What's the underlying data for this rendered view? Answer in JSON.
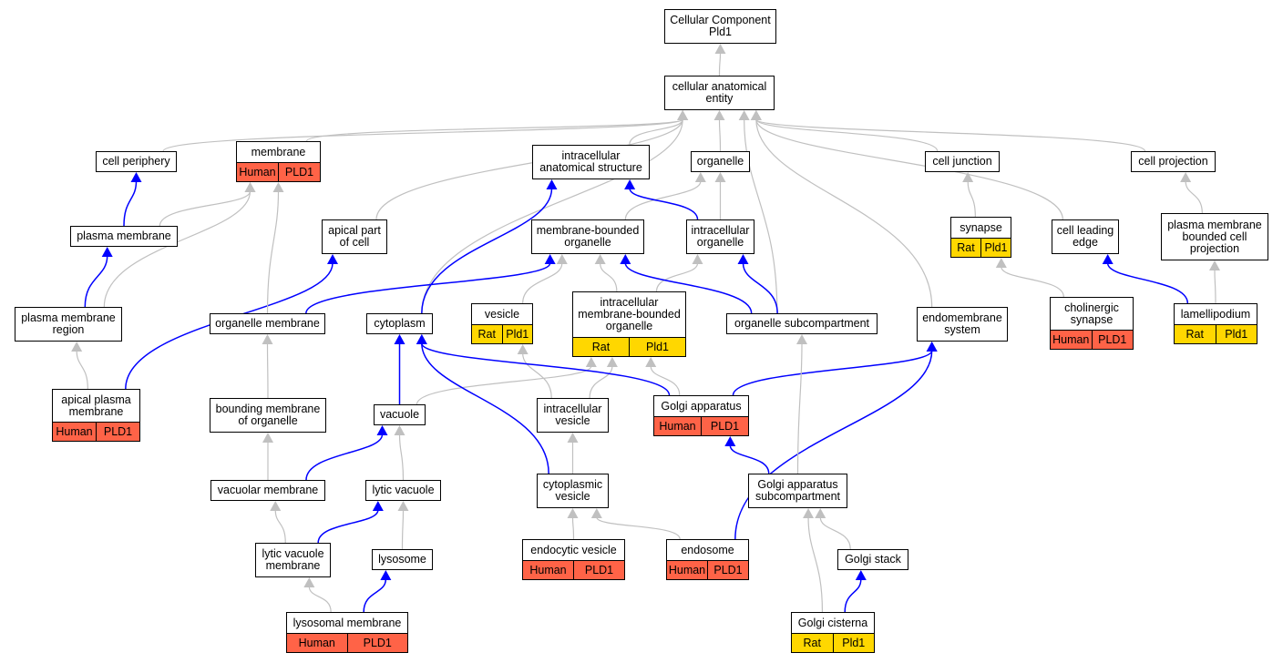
{
  "colors": {
    "gray_edge": "#c0c0c0",
    "blue_edge": "#0000ff",
    "human": "#ff6347",
    "rat": "#ffd700"
  },
  "nodes": [
    {
      "id": "root",
      "lines": [
        "Cellular Component",
        "Pld1"
      ]
    },
    {
      "id": "cae",
      "lines": [
        "cellular anatomical",
        "entity"
      ]
    },
    {
      "id": "cell-periphery",
      "lines": [
        "cell periphery"
      ]
    },
    {
      "id": "membrane",
      "lines": [
        "membrane"
      ],
      "cells": [
        {
          "text": "Human",
          "kind": "human"
        },
        {
          "text": "PLD1",
          "kind": "human"
        }
      ]
    },
    {
      "id": "ias",
      "lines": [
        "intracellular",
        "anatomical structure"
      ]
    },
    {
      "id": "organelle",
      "lines": [
        "organelle"
      ]
    },
    {
      "id": "cell-junction",
      "lines": [
        "cell junction"
      ]
    },
    {
      "id": "cell-projection",
      "lines": [
        "cell projection"
      ]
    },
    {
      "id": "plasma-membrane",
      "lines": [
        "plasma membrane"
      ]
    },
    {
      "id": "apical-part",
      "lines": [
        "apical part",
        "of cell"
      ]
    },
    {
      "id": "mbo",
      "lines": [
        "membrane-bounded",
        "organelle"
      ]
    },
    {
      "id": "intracellular-organelle",
      "lines": [
        "intracellular",
        "organelle"
      ]
    },
    {
      "id": "synapse",
      "lines": [
        "synapse"
      ],
      "cells": [
        {
          "text": "Rat",
          "kind": "rat"
        },
        {
          "text": "Pld1",
          "kind": "rat"
        }
      ]
    },
    {
      "id": "cell-leading-edge",
      "lines": [
        "cell leading",
        "edge"
      ]
    },
    {
      "id": "pmbcp",
      "lines": [
        "plasma membrane",
        "bounded cell",
        "projection"
      ]
    },
    {
      "id": "pm-region",
      "lines": [
        "plasma membrane",
        "region"
      ]
    },
    {
      "id": "organelle-membrane",
      "lines": [
        "organelle membrane"
      ]
    },
    {
      "id": "cytoplasm",
      "lines": [
        "cytoplasm"
      ]
    },
    {
      "id": "vesicle",
      "lines": [
        "vesicle"
      ],
      "cells": [
        {
          "text": "Rat",
          "kind": "rat"
        },
        {
          "text": "Pld1",
          "kind": "rat"
        }
      ]
    },
    {
      "id": "imbo",
      "lines": [
        "intracellular",
        "membrane-bounded",
        "organelle"
      ],
      "cells": [
        {
          "text": "Rat",
          "kind": "rat"
        },
        {
          "text": "Pld1",
          "kind": "rat"
        }
      ]
    },
    {
      "id": "organelle-subcompartment",
      "lines": [
        "organelle subcompartment"
      ]
    },
    {
      "id": "endomembrane",
      "lines": [
        "endomembrane",
        "system"
      ]
    },
    {
      "id": "cholinergic-synapse",
      "lines": [
        "cholinergic",
        "synapse"
      ],
      "cells": [
        {
          "text": "Human",
          "kind": "human"
        },
        {
          "text": "PLD1",
          "kind": "human"
        }
      ]
    },
    {
      "id": "lamellipodium",
      "lines": [
        "lamellipodium"
      ],
      "cells": [
        {
          "text": "Rat",
          "kind": "rat"
        },
        {
          "text": "Pld1",
          "kind": "rat"
        }
      ]
    },
    {
      "id": "apical-pm",
      "lines": [
        "apical plasma",
        "membrane"
      ],
      "cells": [
        {
          "text": "Human",
          "kind": "human"
        },
        {
          "text": "PLD1",
          "kind": "human"
        }
      ]
    },
    {
      "id": "bmo",
      "lines": [
        "bounding membrane",
        "of organelle"
      ]
    },
    {
      "id": "vacuole",
      "lines": [
        "vacuole"
      ]
    },
    {
      "id": "intracellular-vesicle",
      "lines": [
        "intracellular",
        "vesicle"
      ]
    },
    {
      "id": "golgi",
      "lines": [
        "Golgi apparatus"
      ],
      "cells": [
        {
          "text": "Human",
          "kind": "human"
        },
        {
          "text": "PLD1",
          "kind": "human"
        }
      ]
    },
    {
      "id": "vacuolar-membrane",
      "lines": [
        "vacuolar membrane"
      ]
    },
    {
      "id": "lytic-vacuole",
      "lines": [
        "lytic vacuole"
      ]
    },
    {
      "id": "cytoplasmic-vesicle",
      "lines": [
        "cytoplasmic",
        "vesicle"
      ]
    },
    {
      "id": "golgi-sub",
      "lines": [
        "Golgi apparatus",
        "subcompartment"
      ]
    },
    {
      "id": "lvm",
      "lines": [
        "lytic vacuole",
        "membrane"
      ]
    },
    {
      "id": "lysosome",
      "lines": [
        "lysosome"
      ]
    },
    {
      "id": "endocytic-vesicle",
      "lines": [
        "endocytic vesicle"
      ],
      "cells": [
        {
          "text": "Human",
          "kind": "human"
        },
        {
          "text": "PLD1",
          "kind": "human"
        }
      ]
    },
    {
      "id": "endosome",
      "lines": [
        "endosome"
      ],
      "cells": [
        {
          "text": "Human",
          "kind": "human"
        },
        {
          "text": "PLD1",
          "kind": "human"
        }
      ]
    },
    {
      "id": "golgi-stack",
      "lines": [
        "Golgi stack"
      ]
    },
    {
      "id": "lysosomal-membrane",
      "lines": [
        "lysosomal membrane"
      ],
      "cells": [
        {
          "text": "Human",
          "kind": "human"
        },
        {
          "text": "PLD1",
          "kind": "human"
        }
      ]
    },
    {
      "id": "golgi-cisterna",
      "lines": [
        "Golgi cisterna"
      ],
      "cells": [
        {
          "text": "Rat",
          "kind": "rat"
        },
        {
          "text": "Pld1",
          "kind": "rat"
        }
      ]
    }
  ],
  "edges": [
    {
      "from": "cae",
      "to": "root",
      "kind": "gray"
    },
    {
      "from": "cell-periphery",
      "to": "cae",
      "kind": "gray"
    },
    {
      "from": "membrane",
      "to": "cae",
      "kind": "gray"
    },
    {
      "from": "ias",
      "to": "cae",
      "kind": "gray"
    },
    {
      "from": "organelle",
      "to": "cae",
      "kind": "gray"
    },
    {
      "from": "cell-junction",
      "to": "cae",
      "kind": "gray"
    },
    {
      "from": "cell-projection",
      "to": "cae",
      "kind": "gray"
    },
    {
      "from": "apical-part",
      "to": "cae",
      "kind": "gray"
    },
    {
      "from": "cytoplasm",
      "to": "cae",
      "kind": "gray"
    },
    {
      "from": "organelle-subcompartment",
      "to": "cae",
      "kind": "gray"
    },
    {
      "from": "endomembrane",
      "to": "cae",
      "kind": "gray"
    },
    {
      "from": "cell-leading-edge",
      "to": "cae",
      "kind": "gray"
    },
    {
      "from": "plasma-membrane",
      "to": "cell-periphery",
      "kind": "blue"
    },
    {
      "from": "plasma-membrane",
      "to": "membrane",
      "kind": "gray"
    },
    {
      "from": "pm-region",
      "to": "plasma-membrane",
      "kind": "blue"
    },
    {
      "from": "pm-region",
      "to": "membrane",
      "kind": "gray"
    },
    {
      "from": "apical-pm",
      "to": "pm-region",
      "kind": "gray"
    },
    {
      "from": "apical-pm",
      "to": "apical-part",
      "kind": "blue"
    },
    {
      "from": "organelle-membrane",
      "to": "membrane",
      "kind": "gray"
    },
    {
      "from": "organelle-membrane",
      "to": "mbo",
      "kind": "blue"
    },
    {
      "from": "bmo",
      "to": "organelle-membrane",
      "kind": "gray"
    },
    {
      "from": "vacuolar-membrane",
      "to": "bmo",
      "kind": "gray"
    },
    {
      "from": "vacuolar-membrane",
      "to": "vacuole",
      "kind": "blue"
    },
    {
      "from": "lvm",
      "to": "vacuolar-membrane",
      "kind": "gray"
    },
    {
      "from": "lvm",
      "to": "lytic-vacuole",
      "kind": "blue"
    },
    {
      "from": "lysosomal-membrane",
      "to": "lvm",
      "kind": "gray"
    },
    {
      "from": "lysosomal-membrane",
      "to": "lysosome",
      "kind": "blue"
    },
    {
      "from": "lysosome",
      "to": "lytic-vacuole",
      "kind": "gray"
    },
    {
      "from": "lytic-vacuole",
      "to": "vacuole",
      "kind": "gray"
    },
    {
      "from": "vacuole",
      "to": "cytoplasm",
      "kind": "blue"
    },
    {
      "from": "vacuole",
      "to": "imbo",
      "kind": "gray"
    },
    {
      "from": "cytoplasm",
      "to": "ias",
      "kind": "blue"
    },
    {
      "from": "mbo",
      "to": "organelle",
      "kind": "gray"
    },
    {
      "from": "intracellular-organelle",
      "to": "organelle",
      "kind": "gray"
    },
    {
      "from": "intracellular-organelle",
      "to": "ias",
      "kind": "blue"
    },
    {
      "from": "imbo",
      "to": "mbo",
      "kind": "gray"
    },
    {
      "from": "imbo",
      "to": "intracellular-organelle",
      "kind": "gray"
    },
    {
      "from": "vesicle",
      "to": "mbo",
      "kind": "gray"
    },
    {
      "from": "organelle-subcompartment",
      "to": "mbo",
      "kind": "blue"
    },
    {
      "from": "organelle-subcompartment",
      "to": "intracellular-organelle",
      "kind": "blue"
    },
    {
      "from": "intracellular-vesicle",
      "to": "vesicle",
      "kind": "gray"
    },
    {
      "from": "intracellular-vesicle",
      "to": "imbo",
      "kind": "gray"
    },
    {
      "from": "golgi",
      "to": "imbo",
      "kind": "gray"
    },
    {
      "from": "golgi",
      "to": "cytoplasm",
      "kind": "blue"
    },
    {
      "from": "golgi",
      "to": "endomembrane",
      "kind": "blue"
    },
    {
      "from": "cytoplasmic-vesicle",
      "to": "intracellular-vesicle",
      "kind": "gray"
    },
    {
      "from": "cytoplasmic-vesicle",
      "to": "cytoplasm",
      "kind": "blue"
    },
    {
      "from": "endocytic-vesicle",
      "to": "cytoplasmic-vesicle",
      "kind": "gray"
    },
    {
      "from": "endosome",
      "to": "cytoplasmic-vesicle",
      "kind": "gray"
    },
    {
      "from": "endosome",
      "to": "endomembrane",
      "kind": "blue"
    },
    {
      "from": "golgi-sub",
      "to": "golgi",
      "kind": "blue"
    },
    {
      "from": "golgi-sub",
      "to": "organelle-subcompartment",
      "kind": "gray"
    },
    {
      "from": "golgi-stack",
      "to": "golgi-sub",
      "kind": "gray"
    },
    {
      "from": "golgi-cisterna",
      "to": "golgi-sub",
      "kind": "gray"
    },
    {
      "from": "golgi-cisterna",
      "to": "golgi-stack",
      "kind": "blue"
    },
    {
      "from": "synapse",
      "to": "cell-junction",
      "kind": "gray"
    },
    {
      "from": "cholinergic-synapse",
      "to": "synapse",
      "kind": "gray"
    },
    {
      "from": "lamellipodium",
      "to": "cell-leading-edge",
      "kind": "blue"
    },
    {
      "from": "lamellipodium",
      "to": "pmbcp",
      "kind": "gray"
    },
    {
      "from": "pmbcp",
      "to": "cell-projection",
      "kind": "gray"
    }
  ]
}
